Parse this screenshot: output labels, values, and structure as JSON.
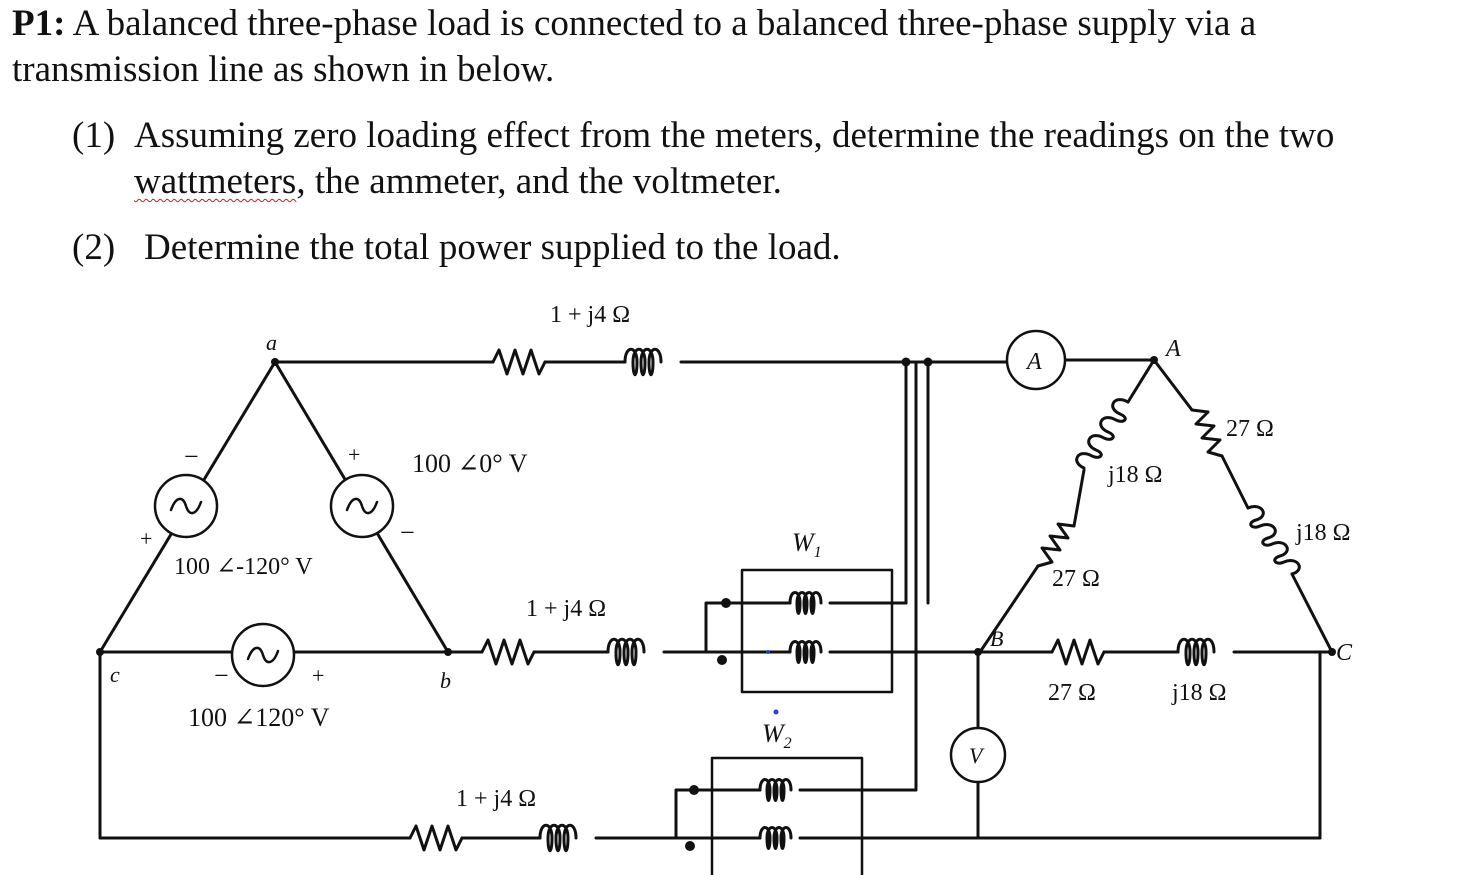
{
  "problem": {
    "label": "P1:",
    "statement_line1": "A balanced three-phase load is connected to a balanced three-phase supply via a",
    "statement_line2": "transmission line as shown in below.",
    "q1_num": "(1)",
    "q1_line1": "Assuming zero loading effect from the meters, determine the readings on the two",
    "q1_line2_underlined": "wattmeters",
    "q1_line2_rest": ", the ammeter, and the voltmeter.",
    "q2_num": "(2)",
    "q2_text": "Determine the total power supplied to the load."
  },
  "circuit": {
    "node_a": "a",
    "node_b": "b",
    "node_c": "c",
    "load_node_A": "A",
    "load_node_B": "B",
    "load_node_C": "C",
    "source_ab": "100 ∠0° V",
    "source_bc": "100 ∠-120° V",
    "source_ca": "100 ∠120° V",
    "line_impedance_a": "1 + j4 Ω",
    "line_impedance_b": "1 + j4 Ω",
    "line_impedance_c": "1 + j4 Ω",
    "load_AB_R": "27 Ω",
    "load_AB_L": "j18 Ω",
    "load_CA_R": "27 Ω",
    "load_CA_L": "j18 Ω",
    "load_BC_R": "27 Ω",
    "load_BC_L": "j18 Ω",
    "wattmeter1": "W",
    "wattmeter1_sub": "1",
    "wattmeter2": "W",
    "wattmeter2_sub": "2",
    "ammeter": "A",
    "voltmeter": "V",
    "plus": "+",
    "minus": "−"
  },
  "colors": {
    "ink": "#111111",
    "wattmeter_marker": "#1f3fd6"
  }
}
